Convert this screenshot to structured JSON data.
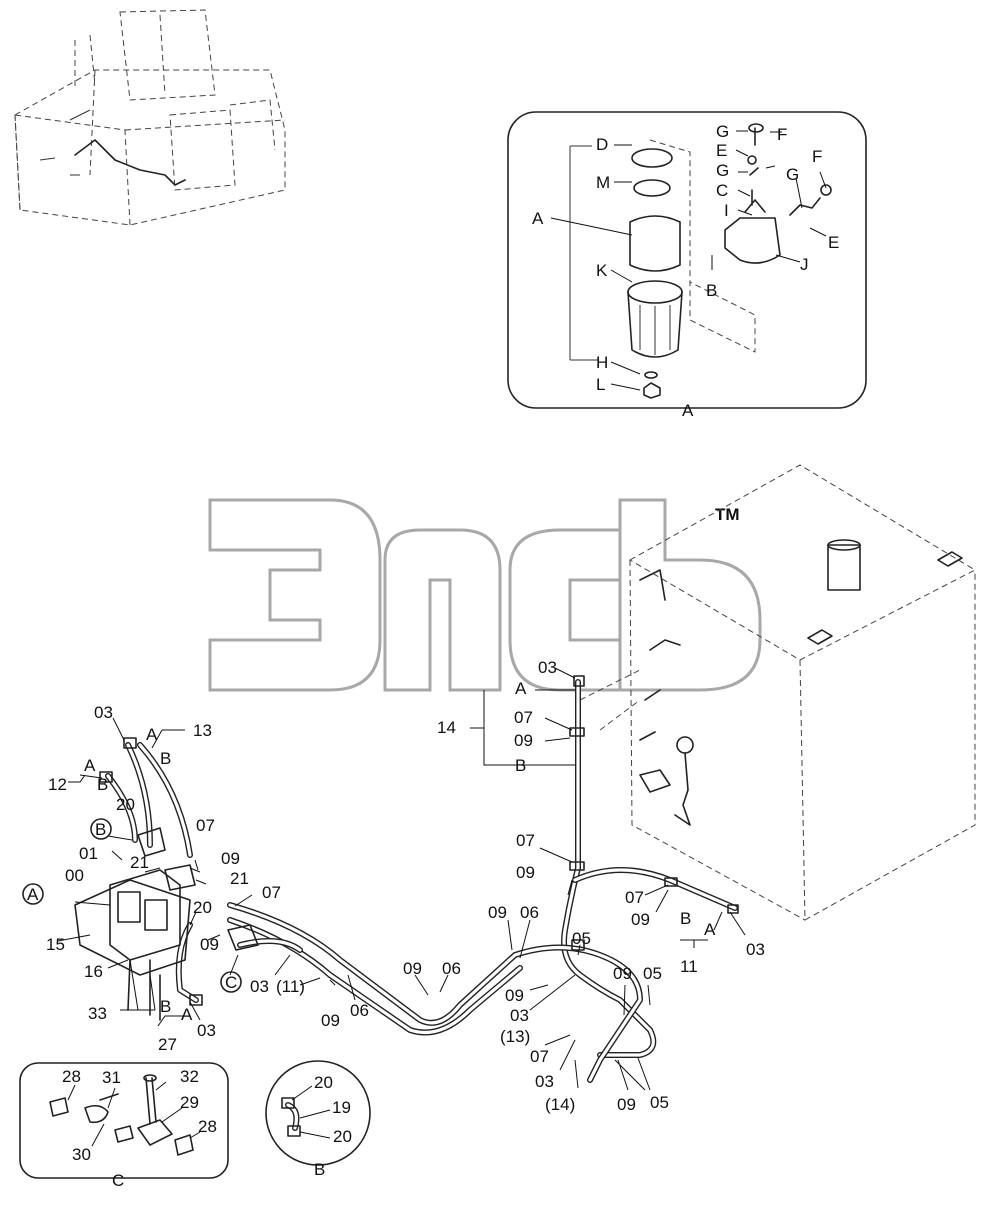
{
  "watermark": {
    "trademark": "TM"
  },
  "detail_a": {
    "title": "A",
    "labels": [
      "D",
      "M",
      "A",
      "K",
      "H",
      "L",
      "G",
      "F",
      "E",
      "G",
      "C",
      "I",
      "G",
      "F",
      "E",
      "J",
      "B"
    ]
  },
  "main": {
    "labels": [
      "03",
      "A",
      "14",
      "B",
      "07",
      "09",
      "07",
      "09",
      "03",
      "A",
      "13",
      "12",
      "A",
      "B",
      "B",
      "20",
      "07",
      "B",
      "01",
      "21",
      "09",
      "00",
      "21",
      "07",
      "A",
      "15",
      "20",
      "09",
      "16",
      "C",
      "03",
      "(11)",
      "33",
      "B",
      "A",
      "27",
      "03",
      "09",
      "06",
      "09",
      "06",
      "09",
      "06",
      "05",
      "09",
      "03",
      "(13)",
      "07",
      "03",
      "(14)",
      "09",
      "05",
      "07",
      "09",
      "B",
      "A",
      "11",
      "03",
      "09",
      "05"
    ]
  },
  "detail_b": {
    "title": "B",
    "labels": [
      "20",
      "19",
      "20"
    ]
  },
  "detail_c": {
    "title": "C",
    "labels": [
      "28",
      "31",
      "32",
      "29",
      "30",
      "28"
    ]
  },
  "icons": [
    "excavator-overview-icon",
    "fuel-filter-exploded-icon",
    "fuel-tank-icon",
    "fuel-hose-icon",
    "valve-block-icon",
    "hose-clamp-icon"
  ]
}
